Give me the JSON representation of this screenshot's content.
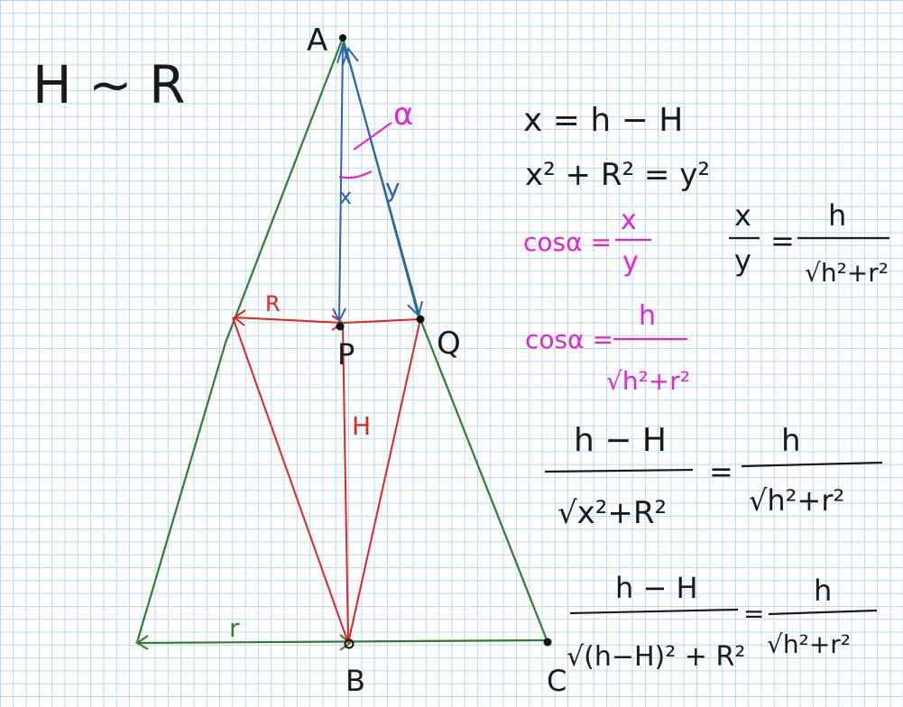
{
  "heading": "H ∼ R",
  "points": {
    "A": "A",
    "B": "B",
    "C": "C",
    "P": "P",
    "Q": "Q"
  },
  "segment_labels": {
    "R": "R",
    "r": "r",
    "H": "H",
    "x": "x",
    "y": "y",
    "alpha": "α"
  },
  "equations": {
    "eq1": "x = h − H",
    "eq2": "x² + R² = y²",
    "cos1": {
      "lhs": "cosα =",
      "num": "x",
      "den": "y"
    },
    "cos2": {
      "lhs": "cosα =",
      "num": "h",
      "den": "√h²+r²"
    },
    "ratio": {
      "lnum": "x",
      "lden": "y",
      "eq": "=",
      "rnum": "h",
      "rden": "√h²+r²"
    },
    "step1": {
      "lnum": "h − H",
      "lden": "√x²+R²",
      "eq": "=",
      "rnum": "h",
      "rden": "√h²+r²"
    },
    "step2": {
      "lnum": "h − H",
      "lden": "√(h−H)² + R²",
      "eq": "=",
      "rnum": "h",
      "rden": "√h²+r²"
    }
  },
  "colors": {
    "triangle": "#2e7d32",
    "inner": "#e02424",
    "axis": "#2b63b5",
    "angle": "#e523d6",
    "ink": "#1a1a1a"
  }
}
